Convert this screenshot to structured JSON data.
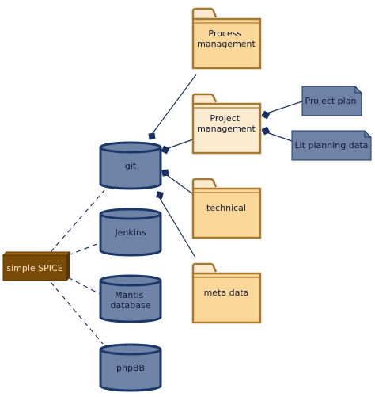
{
  "colors": {
    "background": "#ffffff",
    "connector": "#1b3260",
    "database_fill": "#6e83a5",
    "database_stroke": "#1c3868",
    "folder_fill_light": "#fdebcf",
    "folder_fill": "#fbd89a",
    "folder_stroke": "#a8782c",
    "note_fill": "#6e83a5",
    "note_stroke": "#1c3868",
    "node_fill": "#7a4a07",
    "node_text": "#f4e2c0",
    "text_dark": "#0f1b38"
  },
  "icons": {
    "folder": "folder-icon",
    "database": "database-icon",
    "note": "note-icon",
    "node": "box-node-icon",
    "diamond": "aggregation-diamond-icon"
  },
  "diagram": {
    "root": {
      "label": "simple SPICE"
    },
    "databases": {
      "git": [
        "git"
      ],
      "jenkins": [
        "Jenkins"
      ],
      "mantis": [
        "Mantis",
        "database"
      ],
      "phpbb": [
        "phpBB"
      ]
    },
    "folders": {
      "process": [
        "Process",
        "management"
      ],
      "project": [
        "Project",
        "management"
      ],
      "technical": [
        "technical"
      ],
      "meta": [
        "meta data"
      ]
    },
    "notes": {
      "project_plan": [
        "Project plan"
      ],
      "lit_planning": [
        "Lit planning data"
      ]
    }
  }
}
